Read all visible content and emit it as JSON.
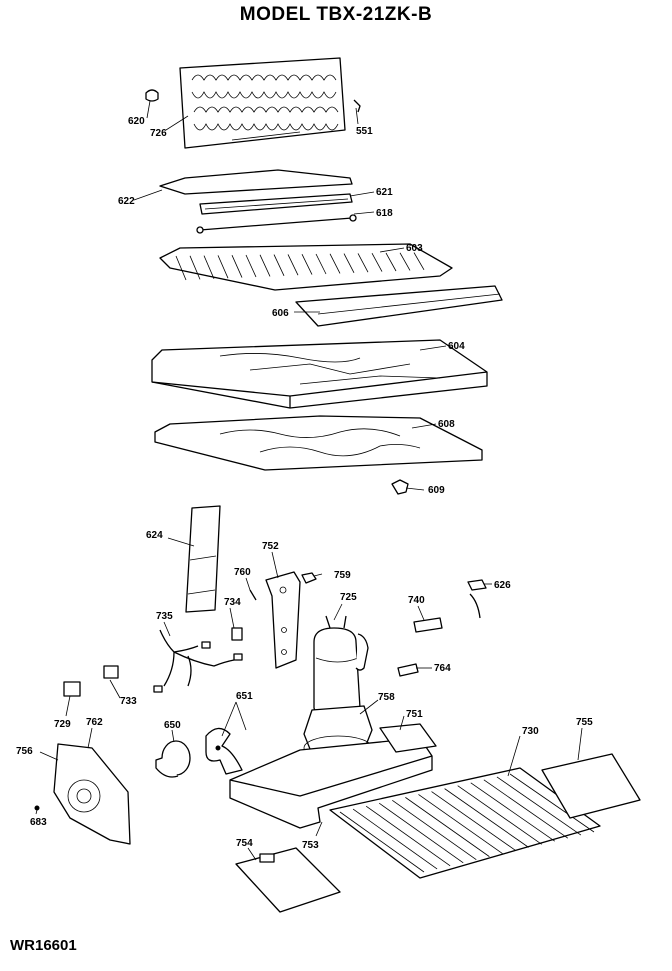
{
  "title": "MODEL TBX-21ZK-B",
  "footer": "WR16601",
  "parts": {
    "p620": "620",
    "p726": "726",
    "p551": "551",
    "p622": "622",
    "p621": "621",
    "p618": "618",
    "p603": "603",
    "p606": "606",
    "p604": "604",
    "p608": "608",
    "p609": "609",
    "p624": "624",
    "p752": "752",
    "p760": "760",
    "p759": "759",
    "p725": "725",
    "p740": "740",
    "p626": "626",
    "p735": "735",
    "p734": "734",
    "p733": "733",
    "p764": "764",
    "p729": "729",
    "p762": "762",
    "p651": "651",
    "p758": "758",
    "p751": "751",
    "p730": "730",
    "p755": "755",
    "p756": "756",
    "p650": "650",
    "p683": "683",
    "p754": "754",
    "p753": "753"
  }
}
